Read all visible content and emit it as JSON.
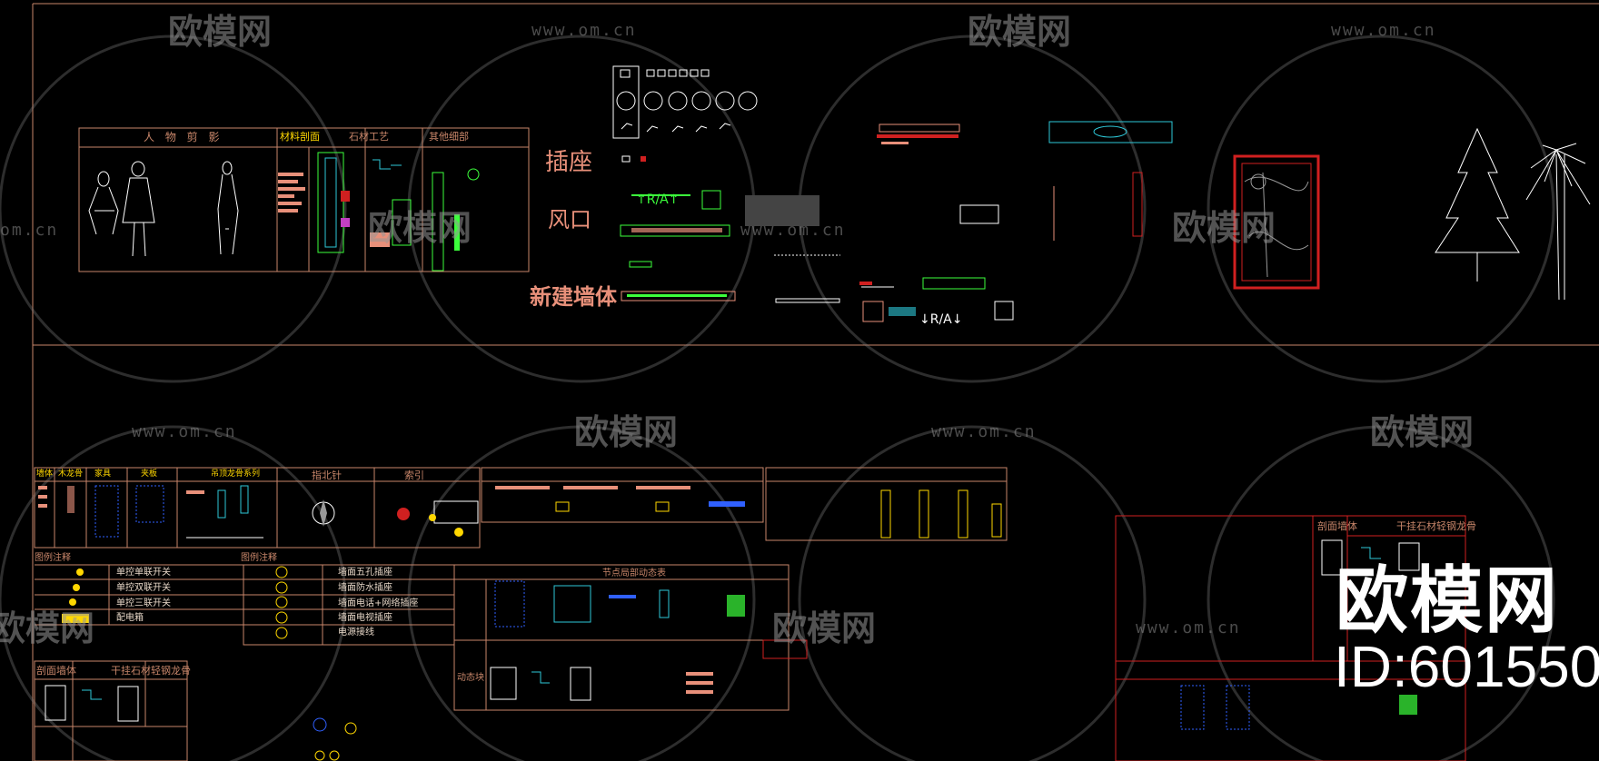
{
  "top_panel": {
    "figure_heading": "人 物 剪 影",
    "materials_heading": "材料剖面",
    "stone_heading": "石材工艺",
    "other_heading": "其他细部",
    "socket_label": "插座",
    "vent_label": "风口",
    "new_wall_label": "新建墙体"
  },
  "lower_panel": {
    "legend_a_heading": "图例注释",
    "legend_b_heading": "图例注释",
    "legend_a_items": [
      "单控单联开关",
      "单控双联开关",
      "单控三联开关",
      "配电箱"
    ],
    "legend_b_items": [
      "墙面五孔插座",
      "墙面防水插座",
      "墙面电话+网络插座",
      "墙面电视插座",
      "电源接线"
    ],
    "col_headers": [
      "墙体",
      "木龙骨",
      "家具",
      "夹板",
      "吊顶龙骨系列",
      "指北针",
      "索引"
    ],
    "node_table_heading": "节点局部动态表",
    "dynamic_label": "动态块",
    "section_wall_label": "剖面墙体",
    "dry_hang_label": "干挂石材轻钢龙骨"
  },
  "watermark": {
    "brand": "欧模网",
    "url": "www.om.cn",
    "url_partial": "om.cn",
    "id_text": "ID:601550"
  },
  "colors": {
    "frame": "#c8866a",
    "salmon": "#e8907a",
    "yellow": "#ffd700",
    "green": "#3cff3c",
    "cyan": "#2ec8d8",
    "red": "#d02020",
    "blue": "#3060ff",
    "white": "#ffffff"
  }
}
